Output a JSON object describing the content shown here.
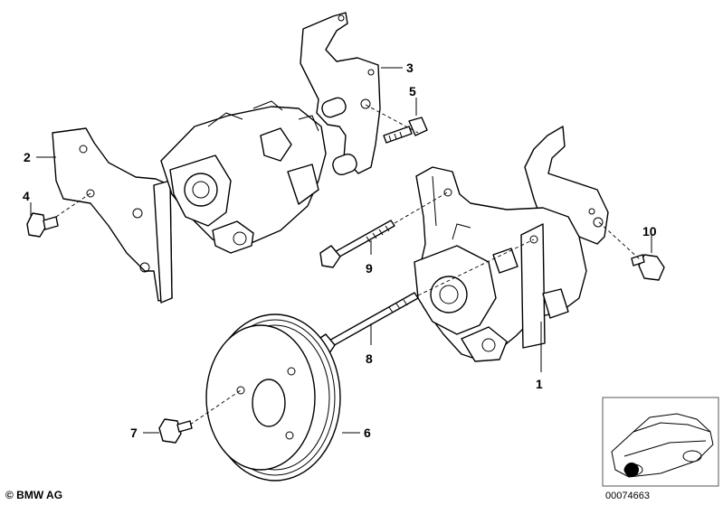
{
  "callouts": [
    {
      "id": "1",
      "label": "1"
    },
    {
      "id": "2",
      "label": "2"
    },
    {
      "id": "3",
      "label": "3"
    },
    {
      "id": "4",
      "label": "4"
    },
    {
      "id": "5",
      "label": "5"
    },
    {
      "id": "6",
      "label": "6"
    },
    {
      "id": "7",
      "label": "7"
    },
    {
      "id": "8",
      "label": "8"
    },
    {
      "id": "9",
      "label": "9"
    },
    {
      "id": "10",
      "label": "10"
    }
  ],
  "footer": {
    "copyright": "© BMW AG",
    "diagram_id": "00074663"
  }
}
